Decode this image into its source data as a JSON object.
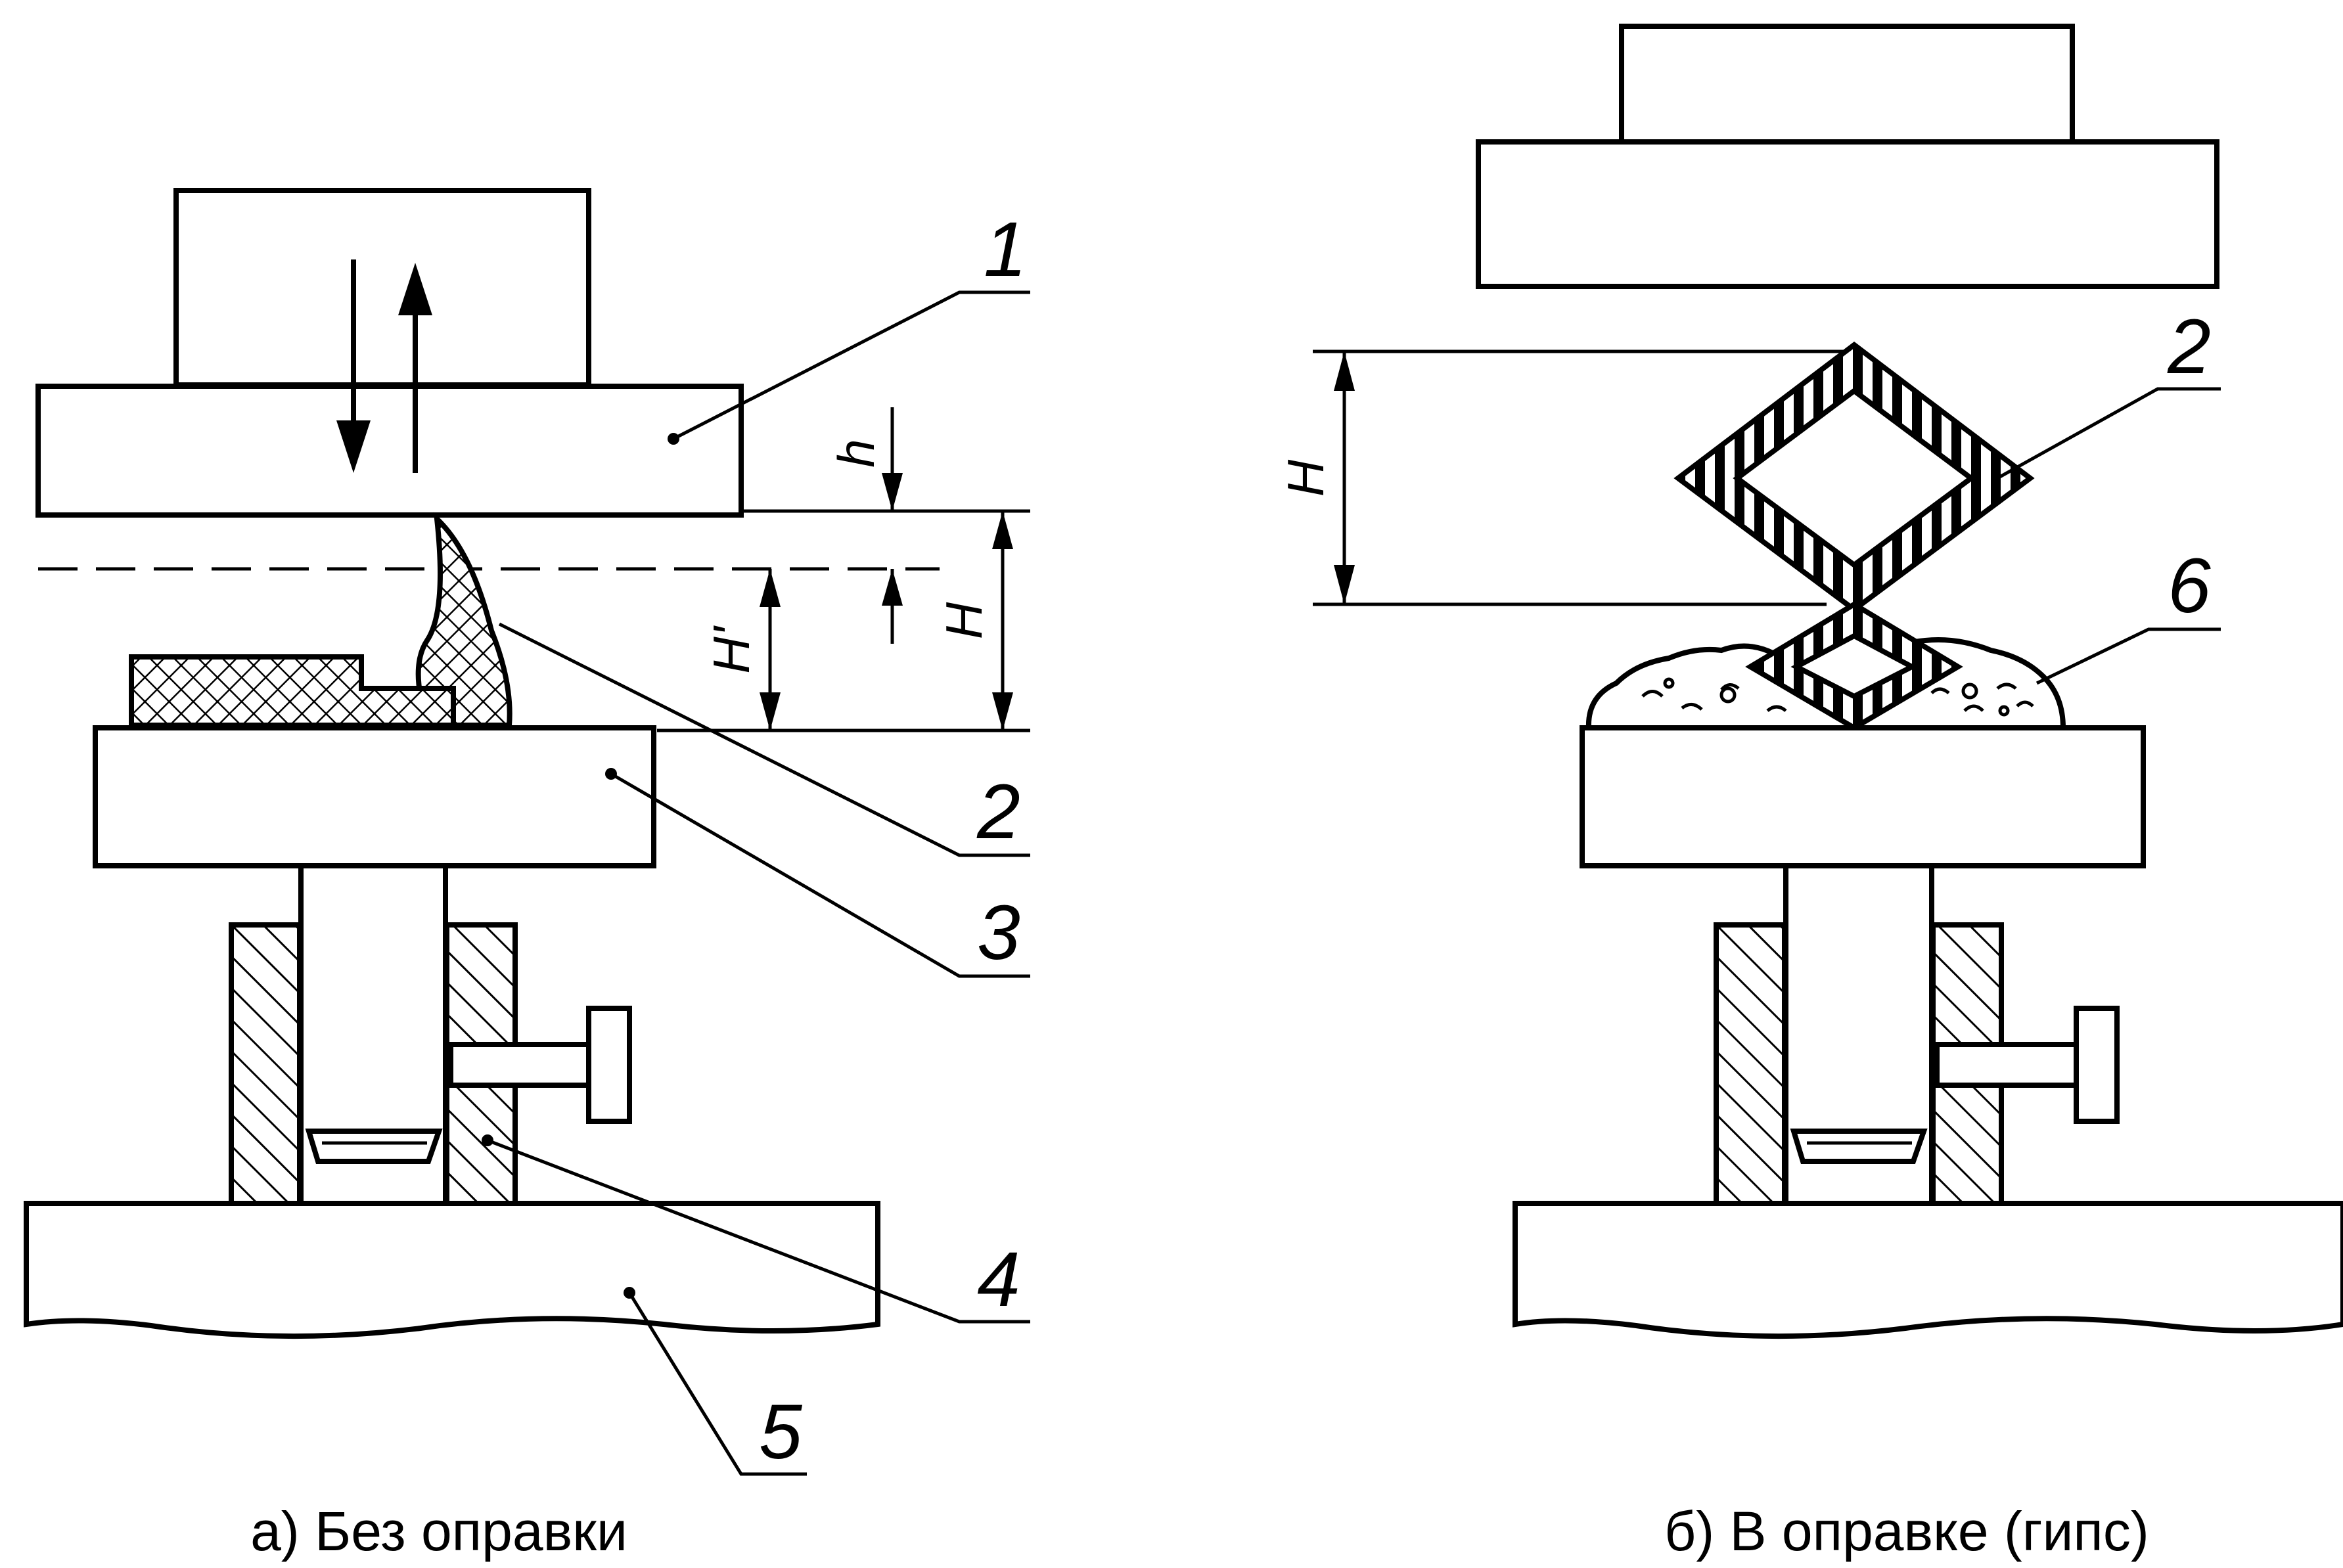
{
  "panel_a": {
    "caption": "а) Без оправки",
    "callouts": [
      "1",
      "2",
      "3",
      "4",
      "5"
    ],
    "dimensions": {
      "h": "h",
      "H_prime": "H'",
      "H": "H"
    }
  },
  "panel_b": {
    "caption": "б) В оправке (гипс)",
    "callouts": [
      "2",
      "6"
    ],
    "dimensions": {
      "H": "H"
    }
  }
}
